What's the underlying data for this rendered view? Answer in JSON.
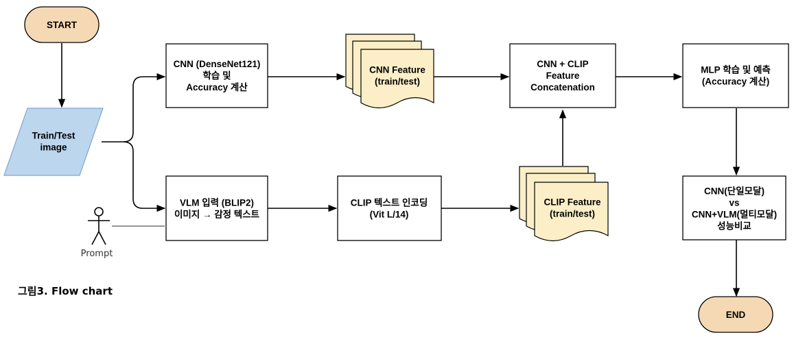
{
  "nodes": {
    "start": [
      "START"
    ],
    "input_image": [
      "Train/Test",
      "image"
    ],
    "cnn_train": [
      "CNN (DenseNet121)",
      "학습 및",
      "Accuracy 계산"
    ],
    "cnn_feature": [
      "CNN Feature",
      "(train/test)"
    ],
    "concat": [
      "CNN + CLIP",
      "Feature",
      "Concatenation"
    ],
    "mlp": [
      "MLP 학습 및 예측",
      "(Accuracy 계산)"
    ],
    "vlm_input": [
      "VLM 입력 (BLIP2)",
      "이미지 → 감정 텍스트"
    ],
    "clip_encode": [
      "CLIP 텍스트 인코딩",
      "(Vit L/14)"
    ],
    "clip_feature": [
      "CLIP Feature",
      "(train/test)"
    ],
    "compare": [
      "CNN(단일모달)",
      "vs",
      "CNN+VLM(멀티모달)",
      "성능비교"
    ],
    "end": [
      "END"
    ]
  },
  "actor": {
    "label": "Prompt"
  },
  "caption": "그림3. Flow chart",
  "colors": {
    "terminal_fill": "#f5d9b4",
    "io_fill": "#bcd6ee",
    "document_fill": "#fcefc8",
    "process_fill": "#ffffff"
  }
}
